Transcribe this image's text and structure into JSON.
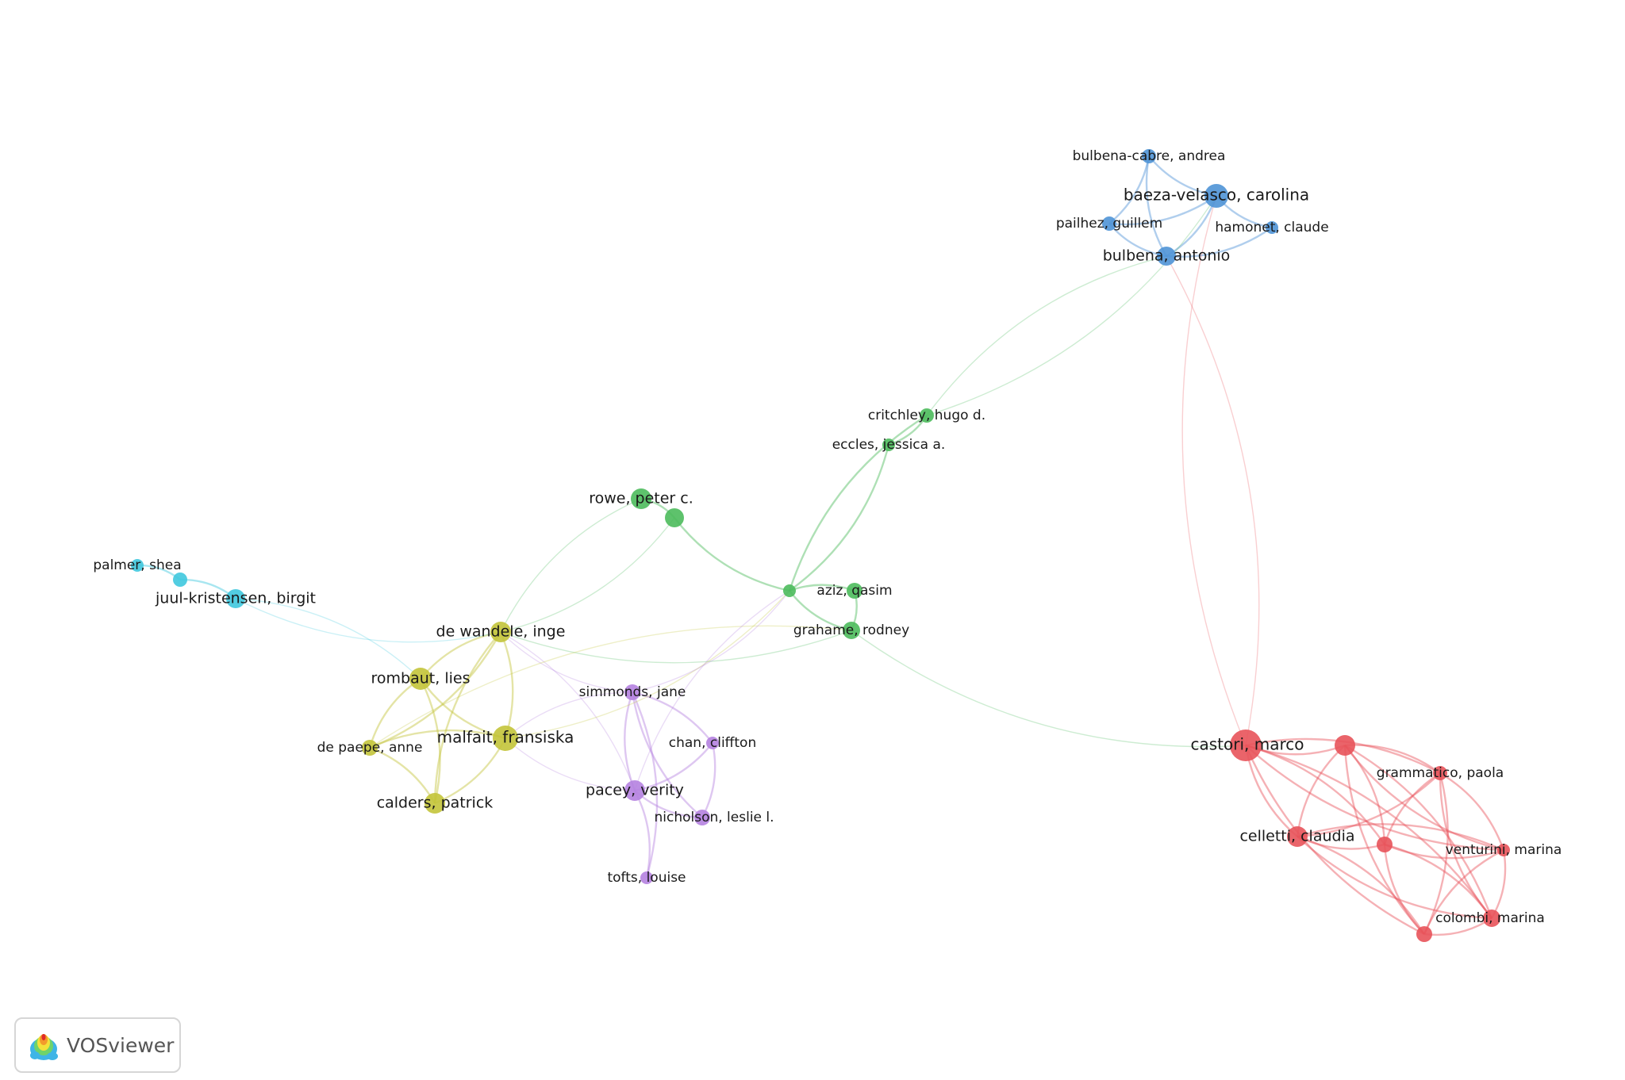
{
  "app": {
    "logo_text": "VOSviewer",
    "logo_icon": "vosviewer-density-icon"
  },
  "colors": {
    "red": "#e8535a",
    "blue": "#4f93d6",
    "green": "#4cbb5c",
    "yellow": "#c3c43a",
    "purple": "#b582e0",
    "cyan": "#3fc8de"
  },
  "nodes": [
    {
      "id": "castori",
      "label": "castori, marco",
      "cluster": "red"
    },
    {
      "id": "red_a",
      "label": "",
      "cluster": "red"
    },
    {
      "id": "grammatico",
      "label": "grammatico, paola",
      "cluster": "red"
    },
    {
      "id": "celletti",
      "label": "celletti, claudia",
      "cluster": "red"
    },
    {
      "id": "red_b",
      "label": "",
      "cluster": "red"
    },
    {
      "id": "venturini",
      "label": "venturini, marina",
      "cluster": "red"
    },
    {
      "id": "colombi",
      "label": "colombi, marina",
      "cluster": "red"
    },
    {
      "id": "red_c",
      "label": "",
      "cluster": "red"
    },
    {
      "id": "bulbena_cabre",
      "label": "bulbena-cabre, andrea",
      "cluster": "blue"
    },
    {
      "id": "baeza",
      "label": "baeza-velasco, carolina",
      "cluster": "blue"
    },
    {
      "id": "pailhez",
      "label": "pailhez, guillem",
      "cluster": "blue"
    },
    {
      "id": "hamonet",
      "label": "hamonet, claude",
      "cluster": "blue"
    },
    {
      "id": "bulbena",
      "label": "bulbena, antonio",
      "cluster": "blue"
    },
    {
      "id": "critchley",
      "label": "critchley, hugo d.",
      "cluster": "green"
    },
    {
      "id": "eccles",
      "label": "eccles, jessica a.",
      "cluster": "green"
    },
    {
      "id": "rowe",
      "label": "rowe, peter c.",
      "cluster": "green"
    },
    {
      "id": "green_a",
      "label": "",
      "cluster": "green"
    },
    {
      "id": "green_hub",
      "label": "",
      "cluster": "green"
    },
    {
      "id": "aziz",
      "label": "aziz, qasim",
      "cluster": "green"
    },
    {
      "id": "grahame",
      "label": "grahame, rodney",
      "cluster": "green"
    },
    {
      "id": "de_wandele",
      "label": "de wandele, inge",
      "cluster": "yellow"
    },
    {
      "id": "rombaut",
      "label": "rombaut, lies",
      "cluster": "yellow"
    },
    {
      "id": "malfait",
      "label": "malfait, fransiska",
      "cluster": "yellow"
    },
    {
      "id": "de_paepe",
      "label": "de paepe, anne",
      "cluster": "yellow"
    },
    {
      "id": "calders",
      "label": "calders, patrick",
      "cluster": "yellow"
    },
    {
      "id": "simmonds",
      "label": "simmonds, jane",
      "cluster": "purple"
    },
    {
      "id": "chan",
      "label": "chan, cliffton",
      "cluster": "purple"
    },
    {
      "id": "pacey",
      "label": "pacey, verity",
      "cluster": "purple"
    },
    {
      "id": "nicholson",
      "label": "nicholson, leslie l.",
      "cluster": "purple"
    },
    {
      "id": "tofts",
      "label": "tofts, louise",
      "cluster": "purple"
    },
    {
      "id": "palmer",
      "label": "palmer, shea",
      "cluster": "cyan"
    },
    {
      "id": "cyan_a",
      "label": "",
      "cluster": "cyan"
    },
    {
      "id": "juul",
      "label": "juul-kristensen, birgit",
      "cluster": "cyan"
    }
  ],
  "links": [
    [
      "castori",
      "red_a"
    ],
    [
      "castori",
      "grammatico"
    ],
    [
      "castori",
      "celletti"
    ],
    [
      "castori",
      "red_b"
    ],
    [
      "castori",
      "venturini"
    ],
    [
      "castori",
      "colombi"
    ],
    [
      "castori",
      "red_c"
    ],
    [
      "red_a",
      "grammatico"
    ],
    [
      "red_a",
      "celletti"
    ],
    [
      "red_a",
      "red_b"
    ],
    [
      "red_a",
      "venturini"
    ],
    [
      "red_a",
      "colombi"
    ],
    [
      "red_a",
      "red_c"
    ],
    [
      "grammatico",
      "celletti"
    ],
    [
      "grammatico",
      "red_b"
    ],
    [
      "grammatico",
      "venturini"
    ],
    [
      "grammatico",
      "colombi"
    ],
    [
      "grammatico",
      "red_c"
    ],
    [
      "celletti",
      "red_b"
    ],
    [
      "celletti",
      "venturini"
    ],
    [
      "celletti",
      "colombi"
    ],
    [
      "celletti",
      "red_c"
    ],
    [
      "red_b",
      "venturini"
    ],
    [
      "red_b",
      "colombi"
    ],
    [
      "red_b",
      "red_c"
    ],
    [
      "venturini",
      "colombi"
    ],
    [
      "venturini",
      "red_c"
    ],
    [
      "colombi",
      "red_c"
    ],
    [
      "bulbena_cabre",
      "baeza"
    ],
    [
      "bulbena_cabre",
      "pailhez"
    ],
    [
      "bulbena_cabre",
      "bulbena"
    ],
    [
      "baeza",
      "pailhez"
    ],
    [
      "baeza",
      "hamonet"
    ],
    [
      "baeza",
      "bulbena"
    ],
    [
      "pailhez",
      "bulbena"
    ],
    [
      "hamonet",
      "bulbena"
    ],
    [
      "castori",
      "bulbena"
    ],
    [
      "castori",
      "baeza"
    ],
    [
      "critchley",
      "baeza"
    ],
    [
      "critchley",
      "bulbena"
    ],
    [
      "eccles",
      "critchley"
    ],
    [
      "green_hub",
      "critchley"
    ],
    [
      "green_hub",
      "eccles"
    ],
    [
      "green_hub",
      "aziz"
    ],
    [
      "green_hub",
      "grahame"
    ],
    [
      "aziz",
      "grahame"
    ],
    [
      "grahame",
      "castori"
    ],
    [
      "grahame",
      "de_wandele"
    ],
    [
      "rowe",
      "de_wandele"
    ],
    [
      "green_a",
      "de_wandele"
    ],
    [
      "green_a",
      "green_hub"
    ],
    [
      "rowe",
      "green_a"
    ],
    [
      "de_wandele",
      "rombaut"
    ],
    [
      "de_wandele",
      "malfait"
    ],
    [
      "de_wandele",
      "calders"
    ],
    [
      "de_wandele",
      "de_paepe"
    ],
    [
      "rombaut",
      "malfait"
    ],
    [
      "rombaut",
      "calders"
    ],
    [
      "rombaut",
      "de_paepe"
    ],
    [
      "malfait",
      "calders"
    ],
    [
      "malfait",
      "de_paepe"
    ],
    [
      "de_paepe",
      "calders"
    ],
    [
      "juul",
      "cyan_a"
    ],
    [
      "palmer",
      "cyan_a"
    ],
    [
      "juul",
      "de_wandele"
    ],
    [
      "juul",
      "rombaut"
    ],
    [
      "simmonds",
      "pacey"
    ],
    [
      "simmonds",
      "chan"
    ],
    [
      "simmonds",
      "nicholson"
    ],
    [
      "simmonds",
      "tofts"
    ],
    [
      "pacey",
      "nicholson"
    ],
    [
      "pacey",
      "tofts"
    ],
    [
      "pacey",
      "chan"
    ],
    [
      "chan",
      "nicholson"
    ],
    [
      "simmonds",
      "malfait"
    ],
    [
      "simmonds",
      "de_wandele"
    ],
    [
      "pacey",
      "de_wandele"
    ],
    [
      "pacey",
      "malfait"
    ],
    [
      "malfait",
      "green_hub"
    ],
    [
      "de_paepe",
      "grahame"
    ],
    [
      "simmonds",
      "green_hub"
    ],
    [
      "pacey",
      "green_hub"
    ]
  ]
}
